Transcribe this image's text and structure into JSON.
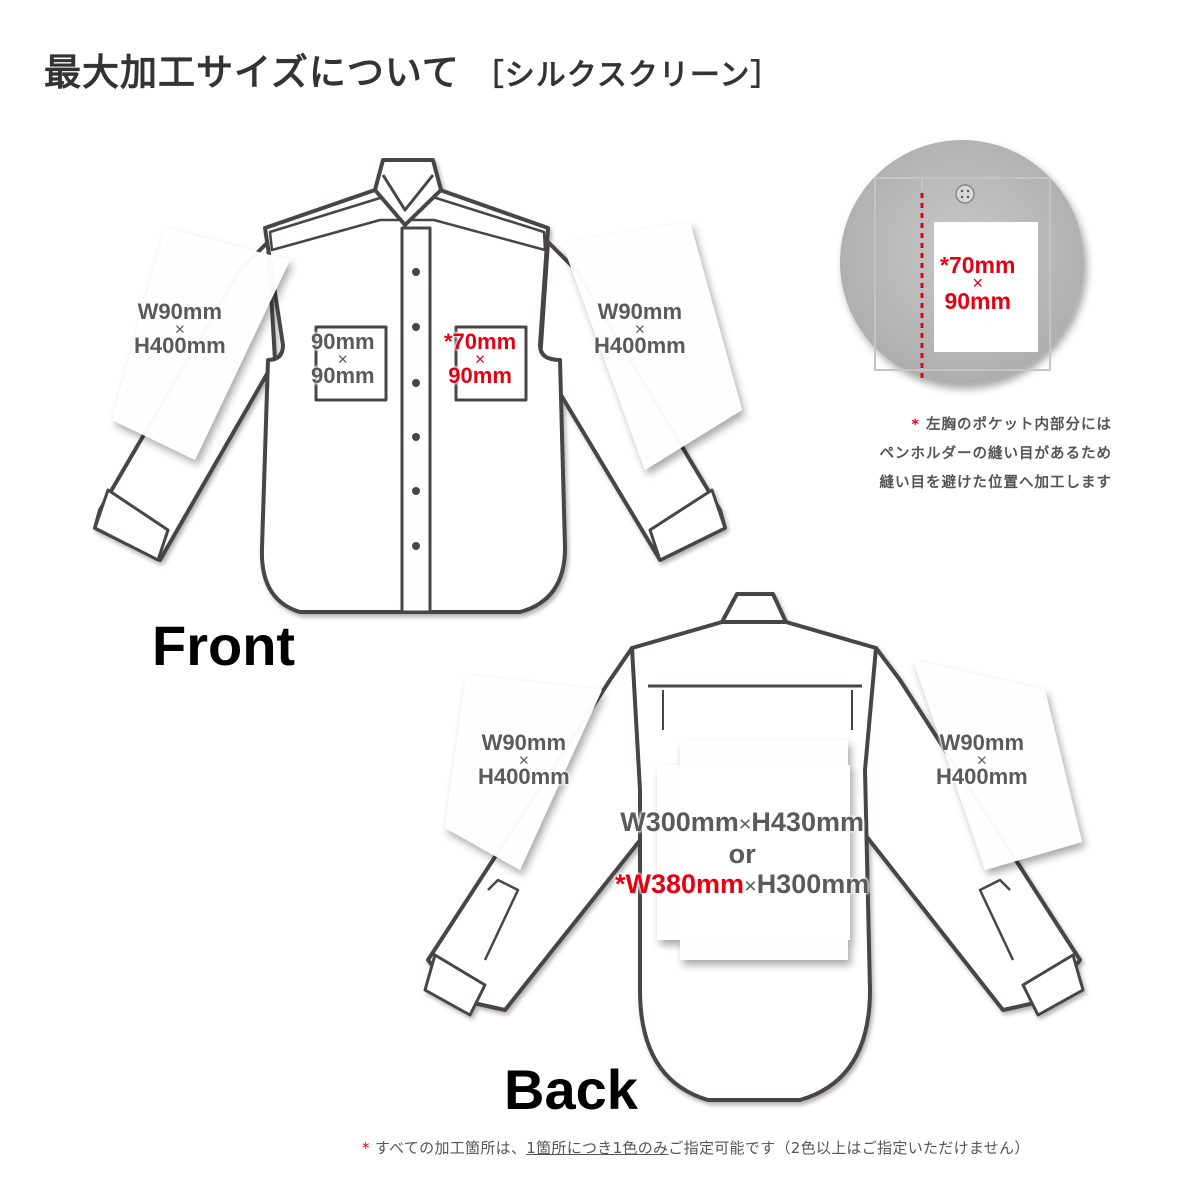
{
  "title": {
    "main": "最大加工サイズについて",
    "sub": "［シルクスクリーン］"
  },
  "front": {
    "label": "Front",
    "left_sleeve": {
      "w": "W90mm",
      "x": "×",
      "h": "H400mm"
    },
    "right_sleeve": {
      "w": "W90mm",
      "x": "×",
      "h": "H400mm"
    },
    "right_chest": {
      "w": "90mm",
      "x": "×",
      "h": "90mm"
    },
    "left_chest": {
      "w": "*70mm",
      "x": "×",
      "h": "90mm"
    }
  },
  "pocket_detail": {
    "w": "*70mm",
    "x": "×",
    "h": "90mm",
    "note": {
      "asterisk": "*",
      "line1": "左胸のポケット内部分には",
      "line2": "ペンホルダーの縫い目があるため",
      "line3": "縫い目を避けた位置へ加工します"
    }
  },
  "back": {
    "label": "Back",
    "left_sleeve": {
      "w": "W90mm",
      "x": "×",
      "h": "H400mm"
    },
    "right_sleeve": {
      "w": "W90mm",
      "x": "×",
      "h": "H400mm"
    },
    "body": {
      "opt1_w": "W300mm",
      "x": "×",
      "opt1_h": "H430mm",
      "or": "or",
      "opt2_w": "*W380mm",
      "opt2_h": "H300mm"
    }
  },
  "footer": {
    "asterisk": "*",
    "text_a": "すべての加工箇所は、",
    "text_b": "1箇所につき1色のみ",
    "text_c": "ご指定可能です（2色以上はご指定いただけません）"
  },
  "colors": {
    "accent_red": "#e60012",
    "label_gray": "#5a5a5a",
    "outline": "#4a4444"
  }
}
